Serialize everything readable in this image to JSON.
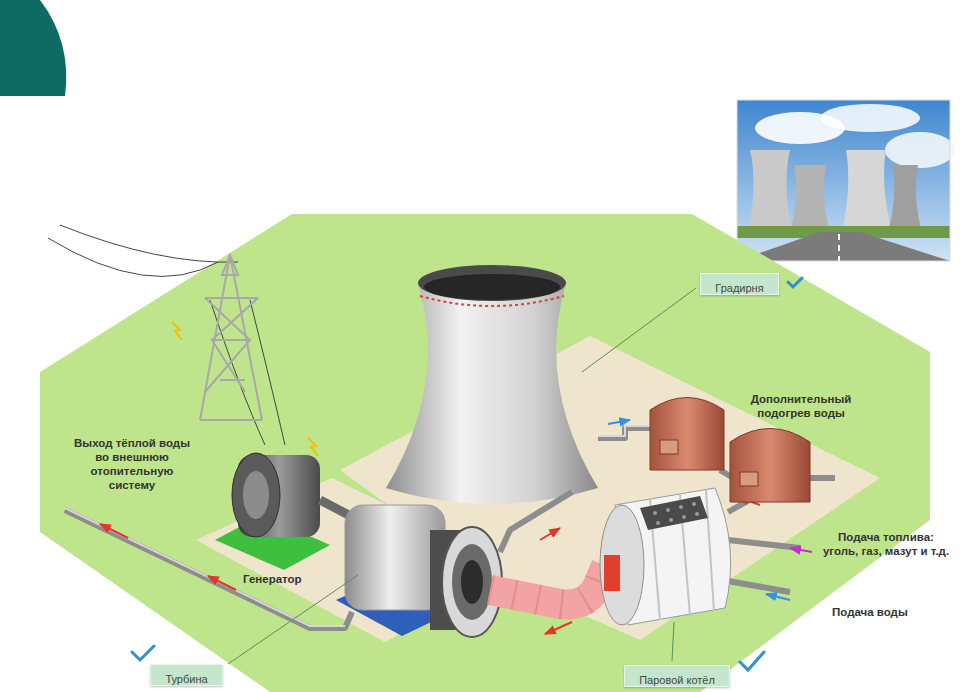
{
  "diagram": {
    "nodes": [
      {
        "text": [
          "Градирня"
        ]
      },
      {
        "text": [
          "Турбина"
        ]
      },
      {
        "text": [
          "Паровой котёл"
        ]
      }
    ],
    "labels": [
      "Выход тёплой воды во внешнюю отопительную систему",
      "Генератор",
      "Дополнительный подогрев воды",
      "Подача топлива: уголь, газ, мазут и т.д.",
      "Подача воды"
    ]
  }
}
